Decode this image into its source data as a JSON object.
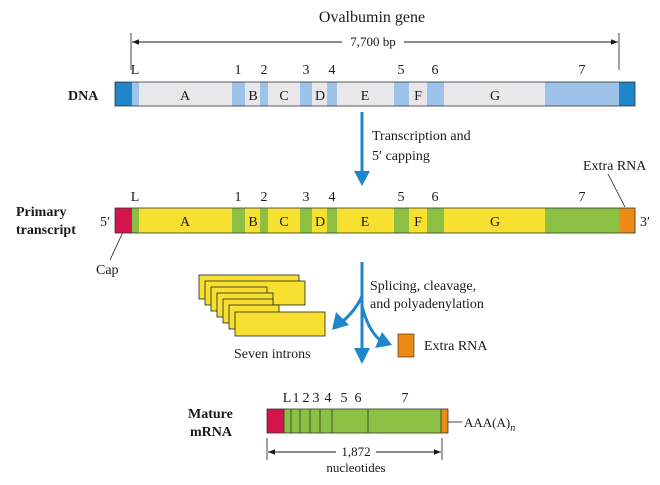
{
  "dna_section": {
    "title": "Ovalbumin gene",
    "length_label": "7,700 bp",
    "row_label": "DNA",
    "exon_numbers": [
      "L",
      "1",
      "2",
      "3",
      "4",
      "5",
      "6",
      "7"
    ],
    "intron_letters": [
      "A",
      "B",
      "C",
      "D",
      "E",
      "F",
      "G"
    ]
  },
  "transcription_step": {
    "line1": "Transcription and",
    "line2": "5′ capping"
  },
  "primary_section": {
    "row_label_line1": "Primary",
    "row_label_line2": "transcript",
    "five_prime": "5′",
    "three_prime": "3′",
    "extra_rna_label": "Extra RNA",
    "cap_label": "Cap",
    "exon_numbers": [
      "L",
      "1",
      "2",
      "3",
      "4",
      "5",
      "6",
      "7"
    ],
    "intron_letters": [
      "A",
      "B",
      "C",
      "D",
      "E",
      "F",
      "G"
    ]
  },
  "splicing_step": {
    "line1": "Splicing, cleavage,",
    "line2": "and polyadenylation",
    "introns_label": "Seven introns",
    "extra_rna_label": "Extra RNA"
  },
  "mature_section": {
    "row_label_line1": "Mature",
    "row_label_line2": "mRNA",
    "exon_numbers": [
      "L",
      "1",
      "2",
      "3",
      "4",
      "5",
      "6",
      "7"
    ],
    "polya_prefix": "AAA(A)",
    "polya_subscript": "n",
    "length_value": "1,872",
    "length_unit": "nucleotides"
  },
  "colors": {
    "dna_blue": "#9ec3ea",
    "dna_end_blue": "#1f86c9",
    "intron_gray": "#e8e8ea",
    "intron_yellow": "#f7e030",
    "exon_green": "#8cc043",
    "cap_red": "#d3144d",
    "extra_orange": "#ee8a16",
    "arrow_blue": "#1f86c9"
  }
}
